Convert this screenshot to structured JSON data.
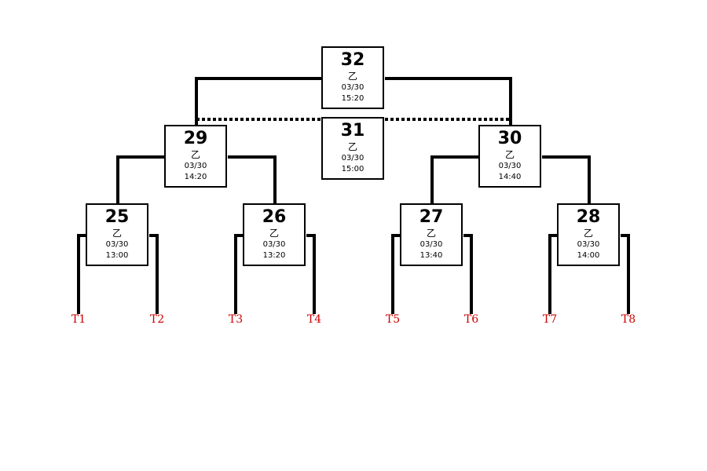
{
  "matches": [
    {
      "num": "25",
      "court": "乙",
      "date": "03/30",
      "time": "13:00"
    },
    {
      "num": "26",
      "court": "乙",
      "date": "03/30",
      "time": "13:20"
    },
    {
      "num": "27",
      "court": "乙",
      "date": "03/30",
      "time": "13:40"
    },
    {
      "num": "28",
      "court": "乙",
      "date": "03/30",
      "time": "14:00"
    },
    {
      "num": "29",
      "court": "乙",
      "date": "03/30",
      "time": "14:20"
    },
    {
      "num": "30",
      "court": "乙",
      "date": "03/30",
      "time": "14:40"
    },
    {
      "num": "31",
      "court": "乙",
      "date": "03/30",
      "time": "15:00"
    },
    {
      "num": "32",
      "court": "乙",
      "date": "03/30",
      "time": "15:20"
    }
  ],
  "teams": [
    "T1",
    "T2",
    "T3",
    "T4",
    "T5",
    "T6",
    "T7",
    "T8"
  ],
  "colors": {
    "line": "#000000",
    "team_label": "#cc0000"
  }
}
